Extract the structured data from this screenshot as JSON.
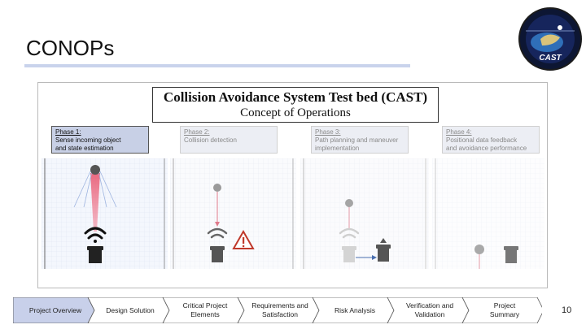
{
  "slide": {
    "title": "CONOPs",
    "page_number": "10"
  },
  "logo": {
    "icon": "cast-mission-patch-logo",
    "text": "CAST"
  },
  "figure": {
    "title": "Collision Avoidance System Test bed (CAST)",
    "subtitle": "Concept of Operations",
    "phases": [
      {
        "num": "Phase 1:",
        "desc_1": "Sense incoming object",
        "desc_2": "and state estimation",
        "state": "active"
      },
      {
        "num": "Phase 2:",
        "desc_1": "Collision detection",
        "desc_2": "",
        "state": "inactive"
      },
      {
        "num": "Phase 3:",
        "desc_1": "Path planning and maneuver",
        "desc_2": "implementation",
        "state": "inactive"
      },
      {
        "num": "Phase 4:",
        "desc_1": "Positional data feedback",
        "desc_2": "and avoidance performance",
        "state": "inactive"
      }
    ]
  },
  "nav": {
    "items": [
      {
        "label_1": "Project Overview",
        "label_2": "",
        "active": true
      },
      {
        "label_1": "Design Solution",
        "label_2": "",
        "active": false
      },
      {
        "label_1": "Critical Project",
        "label_2": "Elements",
        "active": false
      },
      {
        "label_1": "Requirements and",
        "label_2": "Satisfaction",
        "active": false
      },
      {
        "label_1": "Risk Analysis",
        "label_2": "",
        "active": false
      },
      {
        "label_1": "Verification and",
        "label_2": "Validation",
        "active": false
      },
      {
        "label_1": "Project",
        "label_2": "Summary",
        "active": false
      }
    ],
    "active_color": "#c8d0ea",
    "inactive_color": "#ffffff"
  }
}
